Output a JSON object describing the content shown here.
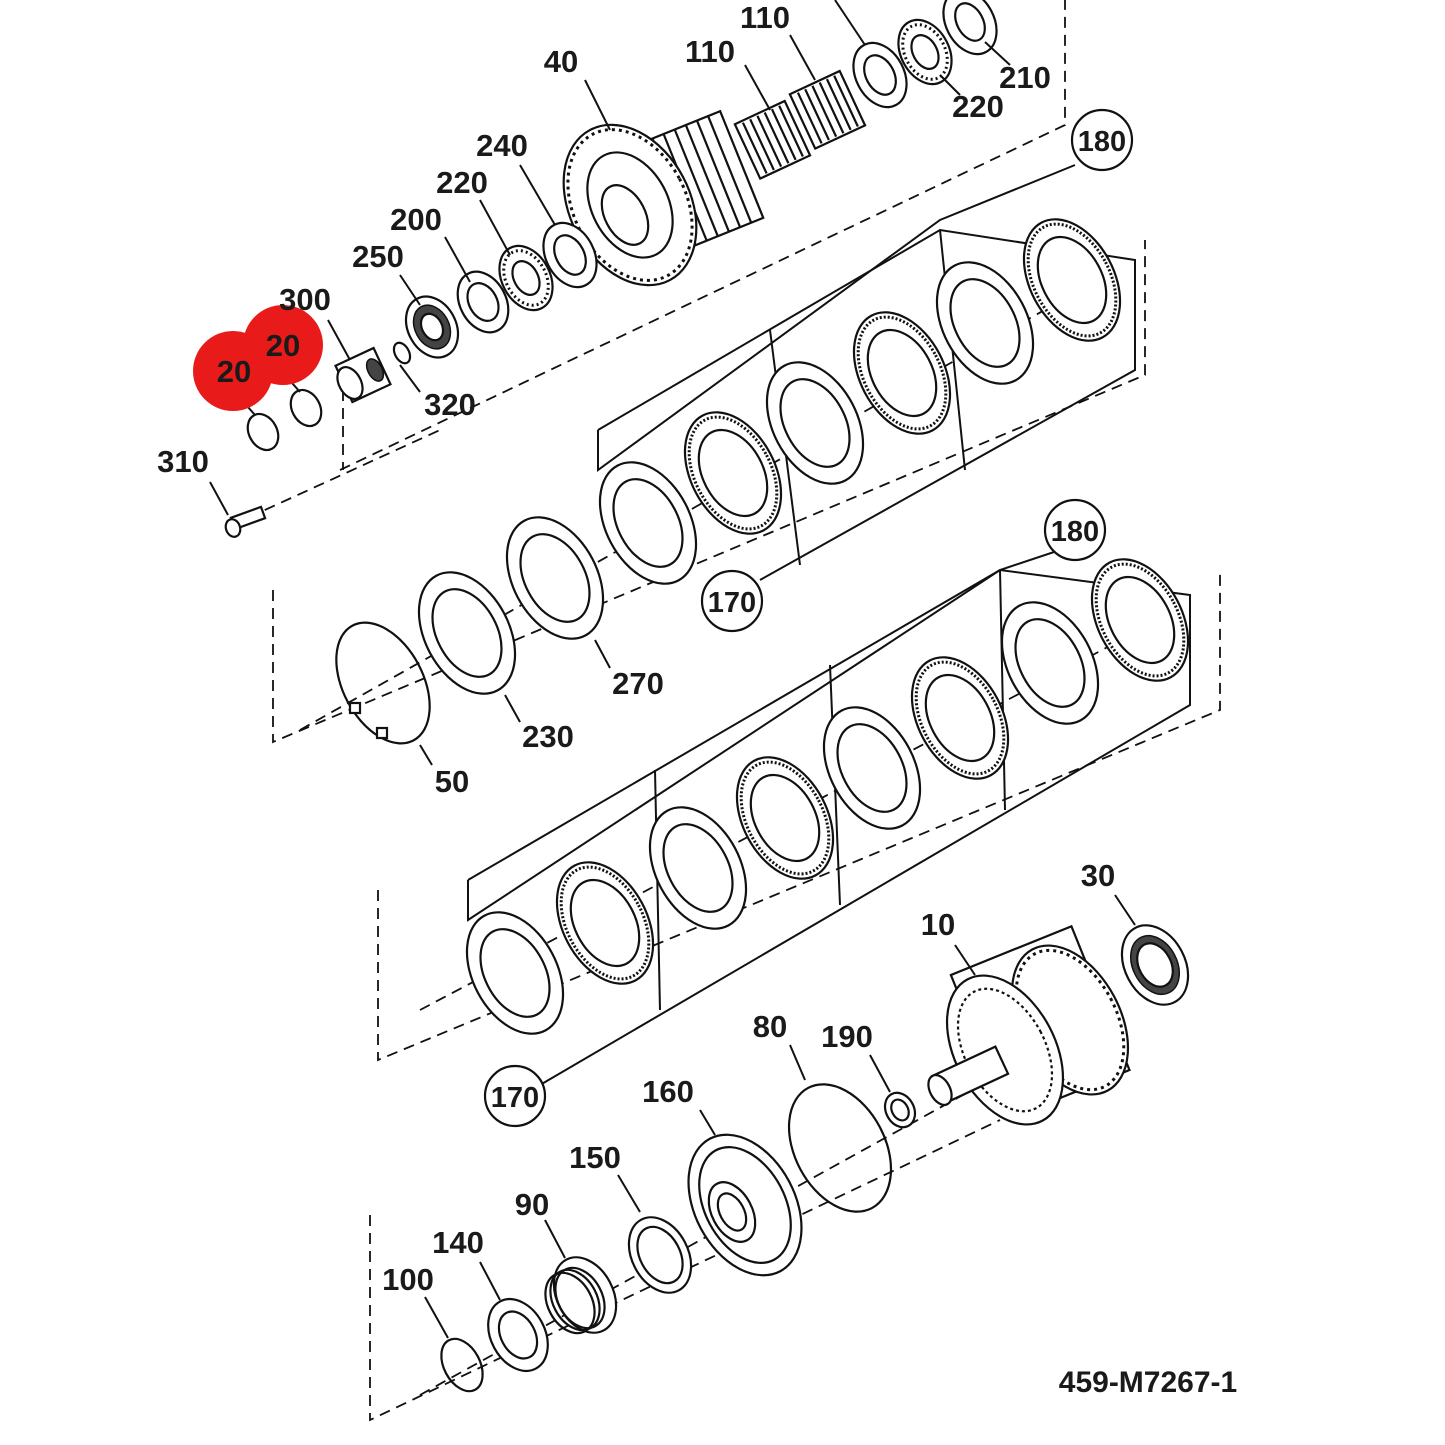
{
  "diagram": {
    "drawing_code": "459-M7267-1",
    "highlight_color": "#e81a1a",
    "labels": {
      "l40": "40",
      "l110a": "110",
      "l110b": "110",
      "l210": "210",
      "l220a": "220",
      "l180a": "180",
      "l240": "240",
      "l220b": "220",
      "l200": "200",
      "l250": "250",
      "l300": "300",
      "l20a": "20",
      "l20b": "20",
      "l320": "320",
      "l310": "310",
      "l180b": "180",
      "l170a": "170",
      "l270": "270",
      "l230": "230",
      "l50": "50",
      "l30": "30",
      "l10": "10",
      "l80": "80",
      "l190": "190",
      "l170b": "170",
      "l160": "160",
      "l150": "150",
      "l90": "90",
      "l140": "140",
      "l100": "100"
    }
  }
}
